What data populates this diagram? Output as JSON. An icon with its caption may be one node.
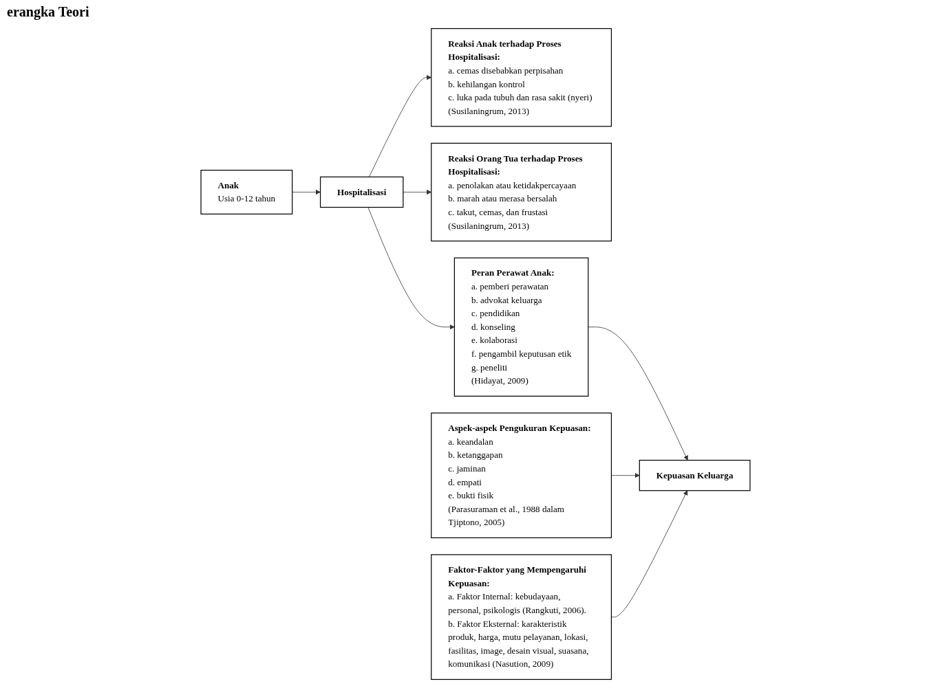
{
  "diagram": {
    "title": "erangka Teori",
    "nodes": [
      {
        "text": [
          "Anak",
          "Usia 0-12 tahun"
        ]
      },
      {
        "text": [
          "Hospitalisasi"
        ]
      },
      {
        "text": [
          "Reaksi Anak terhadap Proses Hospitalisasi:",
          "a. cemas disebabkan perpisahan",
          "b. kehilangan kontrol",
          "c. luka pada tubuh dan rasa sakit (nyeri)",
          "(Susilaningrum, 2013)"
        ]
      },
      {
        "text": [
          "Reaksi Orang Tua terhadap Proses Hospitalisasi:",
          "a. penolakan atau ketidakpercayaan",
          "b. marah atau merasa bersalah",
          "c. takut, cemas, dan frustasi",
          "(Susilaningrum, 2013)"
        ]
      },
      {
        "text": [
          "Peran Perawat Anak:",
          "a. pemberi perawatan",
          "b. advokat keluarga",
          "c. pendidikan",
          "d. konseling",
          "e. kolaborasi",
          "f. pengambil keputusan etik",
          "g. peneliti",
          "(Hidayat, 2009)"
        ]
      },
      {
        "text": [
          "Aspek-aspek Pengukuran Kepuasan:",
          "a. keandalan",
          "b. ketanggapan",
          "c. jaminan",
          "d. empati",
          "e. bukti fisik",
          "(Parasuraman et al., 1988 dalam Tjiptono, 2005)"
        ]
      },
      {
        "text": [
          "Kepuasan Keluarga"
        ]
      },
      {
        "text": [
          "Faktor-Faktor yang Mempengaruhi Kepuasan:",
          "a. Faktor Internal: kebudayaan, personal, psikologis (Rangkuti, 2006).",
          "b. Faktor Eksternal: karakteristik produk, harga, mutu pelayanan, lokasi, fasilitas, image, desain visual, suasana, komunikasi (Nasution, 2009)"
        ]
      }
    ],
    "edges": [
      {
        "from": 0,
        "to": 1,
        "arrow": "to"
      },
      {
        "from": 1,
        "to": 2,
        "arrow": "to"
      },
      {
        "from": 1,
        "to": 3,
        "arrow": "to"
      },
      {
        "from": 1,
        "to": 4,
        "arrow": "to"
      },
      {
        "from": 4,
        "to": 6,
        "arrow": "to"
      },
      {
        "from": 5,
        "to": 6,
        "arrow": "to"
      },
      {
        "from": 7,
        "to": 6,
        "arrow": "to"
      }
    ]
  }
}
